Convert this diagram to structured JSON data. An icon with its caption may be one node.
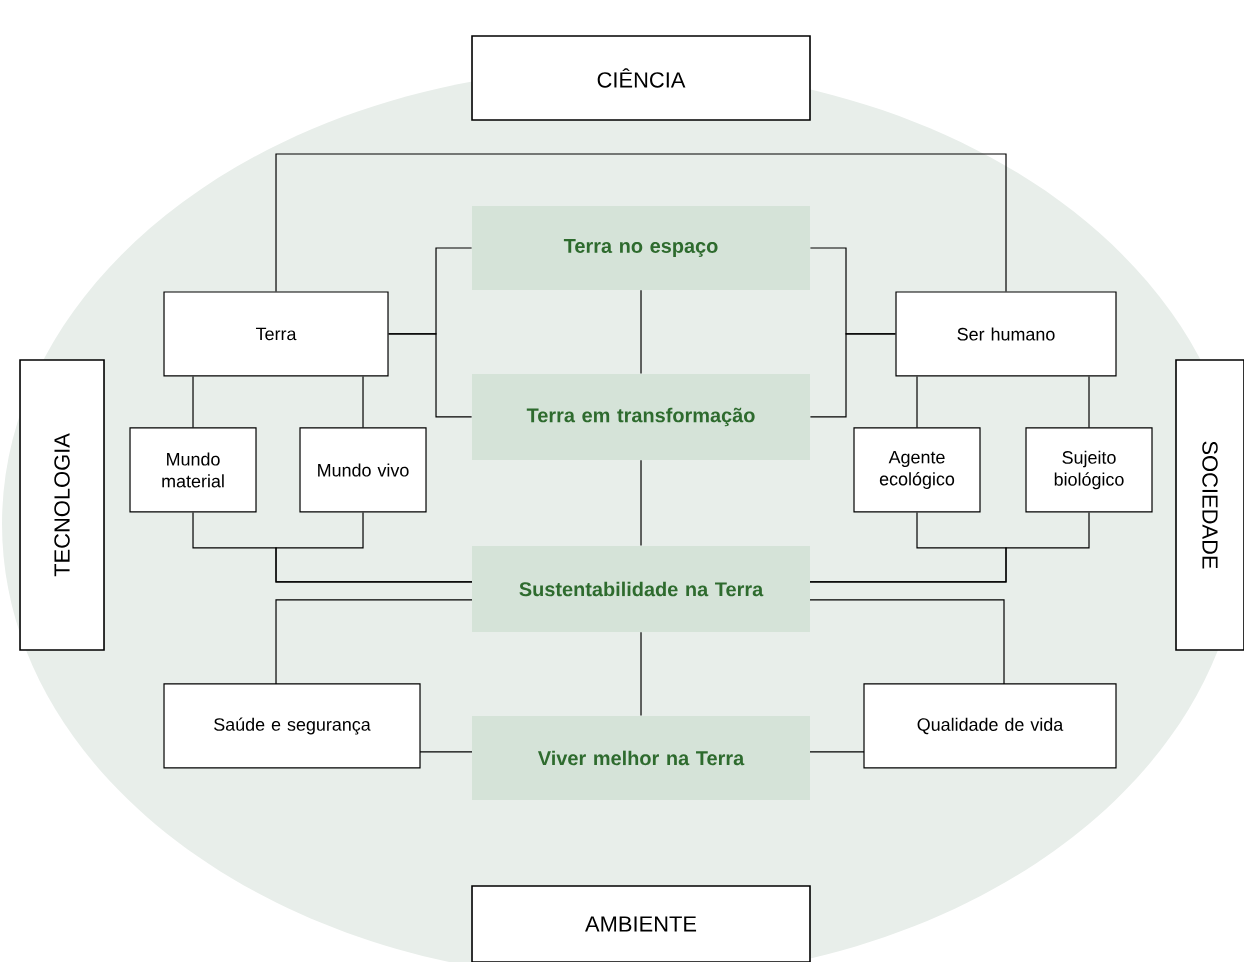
{
  "diagram": {
    "nodes": [
      {
        "text": [
          "CIÊNCIA"
        ]
      },
      {
        "text": [
          "TECNOLOGIA"
        ]
      },
      {
        "text": [
          "SOCIEDADE"
        ]
      },
      {
        "text": [
          "AMBIENTE"
        ]
      },
      {
        "text": [
          "Terra no espaço"
        ]
      },
      {
        "text": [
          "Terra"
        ]
      },
      {
        "text": [
          "Ser humano"
        ]
      },
      {
        "text": [
          "Terra em transformação"
        ]
      },
      {
        "text": [
          "Mundo material"
        ]
      },
      {
        "text": [
          "Mundo vivo"
        ]
      },
      {
        "text": [
          "Agente ecológico"
        ]
      },
      {
        "text": [
          "Sujeito biológico"
        ]
      },
      {
        "text": [
          "Sustentabilidade na Terra"
        ]
      },
      {
        "text": [
          "Saúde e segurança"
        ]
      },
      {
        "text": [
          "Viver melhor na Terra"
        ]
      },
      {
        "text": [
          "Qualidade de vida"
        ]
      }
    ],
    "edges": [
      {
        "from": 5,
        "to": 6,
        "arrow": "none"
      },
      {
        "from": 5,
        "to": 4,
        "arrow": "none"
      },
      {
        "from": 5,
        "to": 7,
        "arrow": "none"
      },
      {
        "from": 6,
        "to": 4,
        "arrow": "none"
      },
      {
        "from": 6,
        "to": 7,
        "arrow": "none"
      },
      {
        "from": 4,
        "to": 7,
        "arrow": "none"
      },
      {
        "from": 5,
        "to": 8,
        "arrow": "none"
      },
      {
        "from": 5,
        "to": 9,
        "arrow": "none"
      },
      {
        "from": 6,
        "to": 10,
        "arrow": "none"
      },
      {
        "from": 6,
        "to": 11,
        "arrow": "none"
      },
      {
        "from": 7,
        "to": 12,
        "arrow": "none"
      },
      {
        "from": 8,
        "to": 12,
        "arrow": "none"
      },
      {
        "from": 9,
        "to": 12,
        "arrow": "none"
      },
      {
        "from": 10,
        "to": 12,
        "arrow": "none"
      },
      {
        "from": 11,
        "to": 12,
        "arrow": "none"
      },
      {
        "from": 12,
        "to": 13,
        "arrow": "none"
      },
      {
        "from": 12,
        "to": 15,
        "arrow": "none"
      },
      {
        "from": 12,
        "to": 14,
        "arrow": "none"
      },
      {
        "from": 13,
        "to": 14,
        "arrow": "none"
      },
      {
        "from": 14,
        "to": 15,
        "arrow": "none"
      }
    ]
  }
}
